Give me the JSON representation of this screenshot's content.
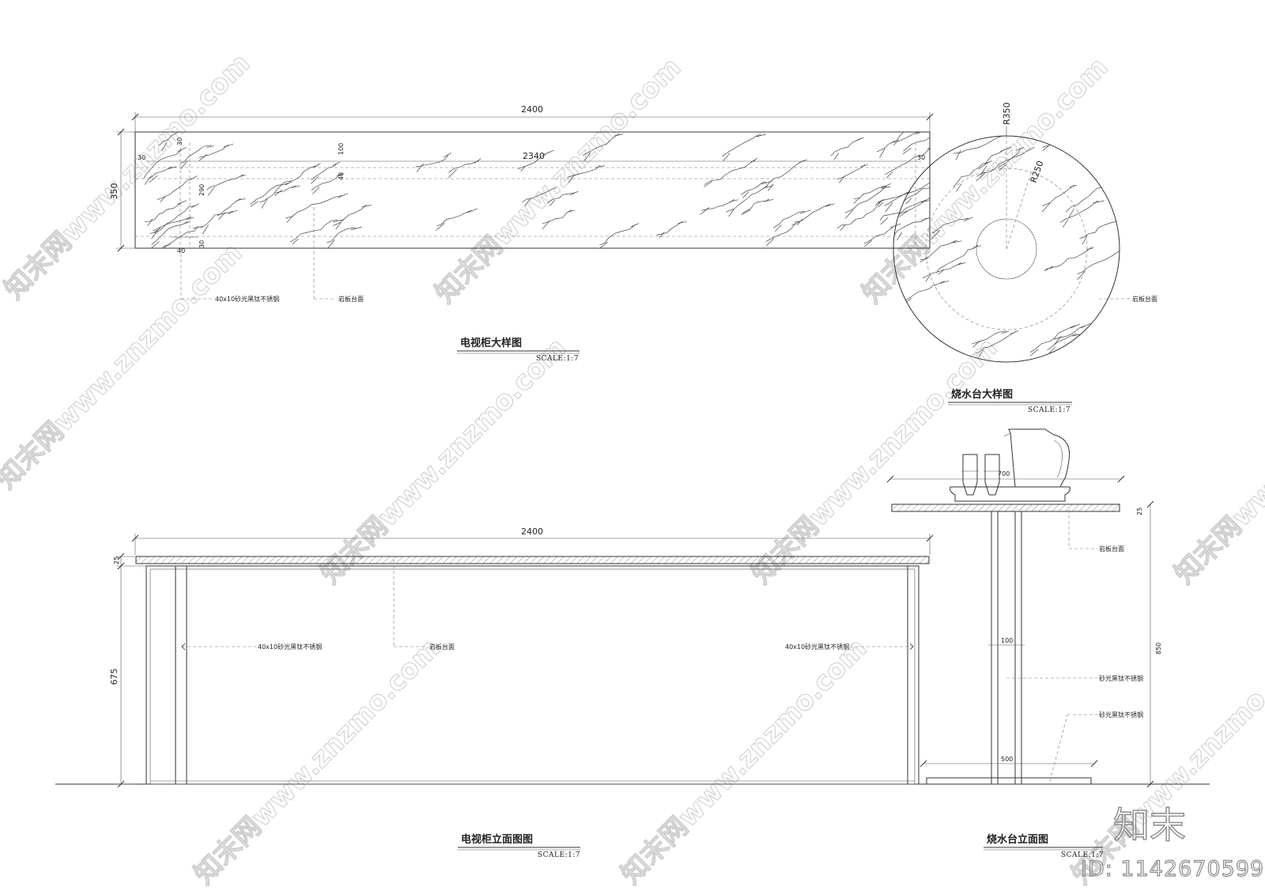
{
  "tv_cabinet_plan": {
    "overall_width": "2400",
    "inner_width": "2340",
    "depth": "350",
    "dim_30_top": "30",
    "dim_30_left": "30",
    "dim_30_right": "30",
    "dim_30_bottom": "30",
    "dim_100": "100",
    "dim_40_side": "40",
    "dim_290": "290",
    "dim_40_bottom": "40",
    "note_steel": "40x10砂光黑钛不锈钢",
    "note_top": "岩板台面",
    "title": "电视柜大样图",
    "scale": "SCALE:1:7"
  },
  "kettle_table_plan": {
    "r_outer": "R350",
    "r_inner": "R250",
    "note_top": "岩板台面",
    "title": "烧水台大样图",
    "scale": "SCALE:1:7"
  },
  "tv_cabinet_elevation": {
    "overall_width": "2400",
    "dim_25": "25",
    "dim_675": "675",
    "note_steel_left": "40x10砂光黑钛不锈钢",
    "note_top": "岩板台面",
    "note_steel_right": "40x10砂光黑钛不锈钢",
    "title": "电视柜立面图图",
    "scale": "SCALE:1:7"
  },
  "kettle_table_elevation": {
    "dim_700": "700",
    "dim_top_thk": "25",
    "dim_100": "100",
    "dim_500": "500",
    "dim_850": "850",
    "note_top": "岩板台面",
    "note_steel_1": "砂光黑钛不锈钢",
    "note_steel_2": "砂光黑钛不锈钢",
    "title": "烧水台立面图",
    "scale": "SCALE:1:7"
  },
  "watermark": {
    "text": "知末网www.znzmo.com",
    "brand": "知末",
    "id_label": "ID: 1142670599"
  }
}
